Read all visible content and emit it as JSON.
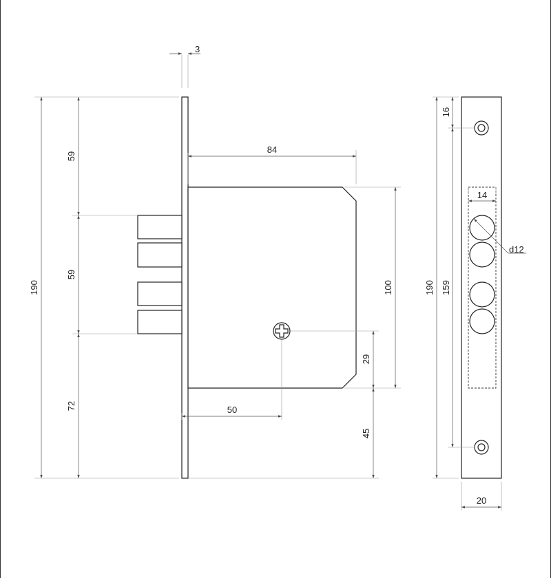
{
  "title": "",
  "colors": {
    "line": "#222222",
    "dim_line": "#555555",
    "extension": "#999999",
    "background": "#ffffff"
  },
  "dimensions": {
    "faceplate_thickness": "3",
    "total_height_left": "190",
    "upper_spacing": "59",
    "middle_spacing": "59",
    "lower_spacing": "72",
    "body_depth": "84",
    "body_height": "100",
    "backset": "50",
    "spindle_from_bottom": "29",
    "body_from_bottom": "45",
    "top_hole_offset": "16",
    "total_height_right": "190",
    "hole_spacing": "159",
    "cutout_width": "14",
    "bolt_diameter": "d12",
    "faceplate_width": "20"
  }
}
